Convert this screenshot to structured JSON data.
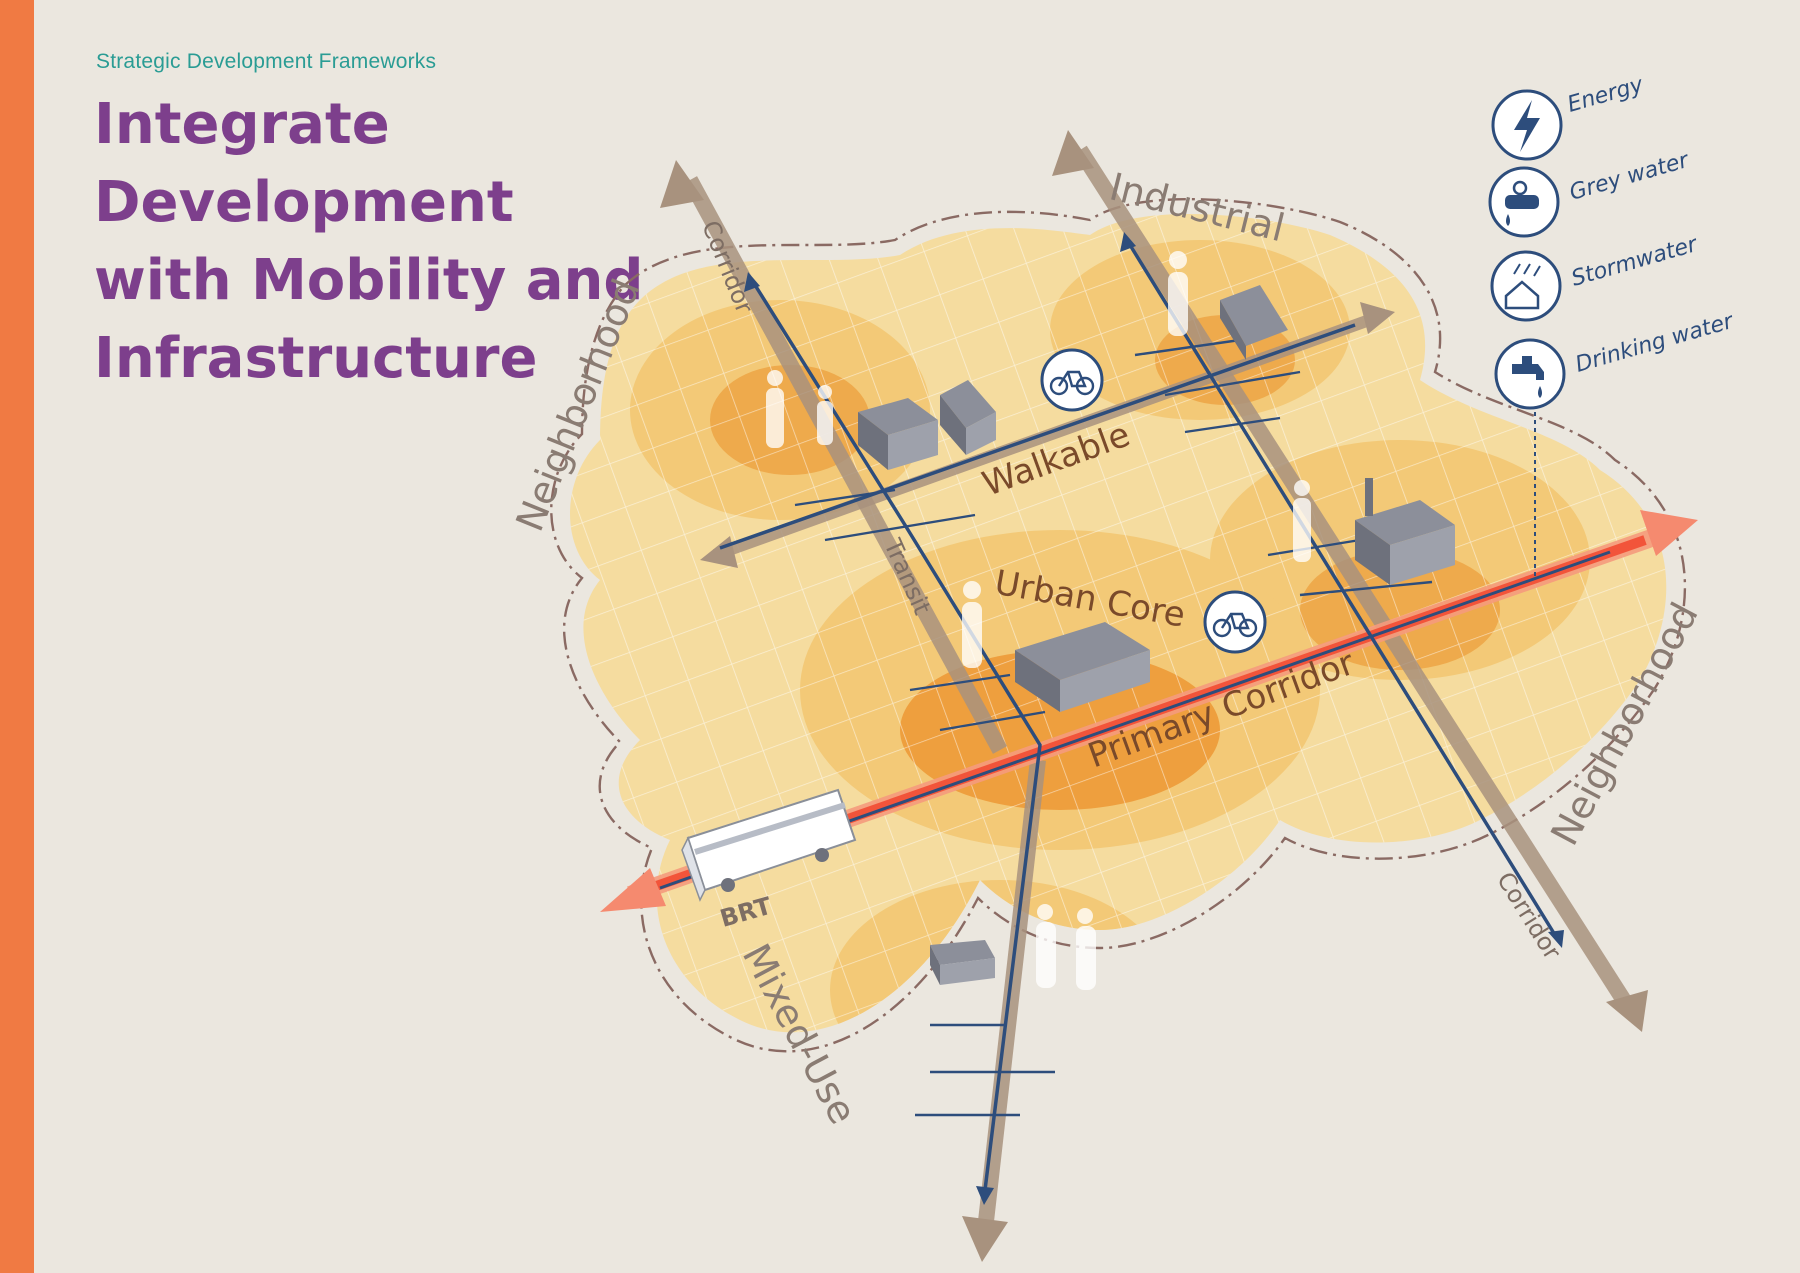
{
  "header": {
    "kicker": "Strategic Development Frameworks",
    "title_lines": [
      "Integrate",
      "Development",
      "with Mobility and",
      "Infrastructure"
    ]
  },
  "diagram": {
    "zones": {
      "industrial": "Industrial",
      "neighborhood_west": "Neighborhood",
      "neighborhood_east": "Neighborhood",
      "mixed_use": "Mixed-Use"
    },
    "axes": {
      "corridor_north": "Corridor",
      "corridor_south": "Corridor",
      "walkable": "Walkable",
      "transit": "Transit",
      "urban_core": "Urban Core",
      "primary_corridor": "Primary Corridor",
      "brt": "BRT"
    },
    "icons": [
      "bicycle-icon",
      "bus-icon",
      "pedestrian-icon",
      "building-icon"
    ]
  },
  "legend": {
    "items": [
      {
        "label": "Energy",
        "icon": "lightning-icon"
      },
      {
        "label": "Grey water",
        "icon": "grey-water-pipe-icon"
      },
      {
        "label": "Stormwater",
        "icon": "stormwater-icon"
      },
      {
        "label": "Drinking water",
        "icon": "faucet-icon"
      }
    ]
  },
  "colors": {
    "accent_bar": "#f07a43",
    "title": "#7d3f8c",
    "kicker": "#2a9c94",
    "primary_corridor": "#f2543a",
    "navy_lines": "#2d4d7c",
    "corridor_arrows": "#a8927e",
    "zone_fill_light": "#f3d595",
    "zone_fill_dark": "#f0a43e"
  }
}
